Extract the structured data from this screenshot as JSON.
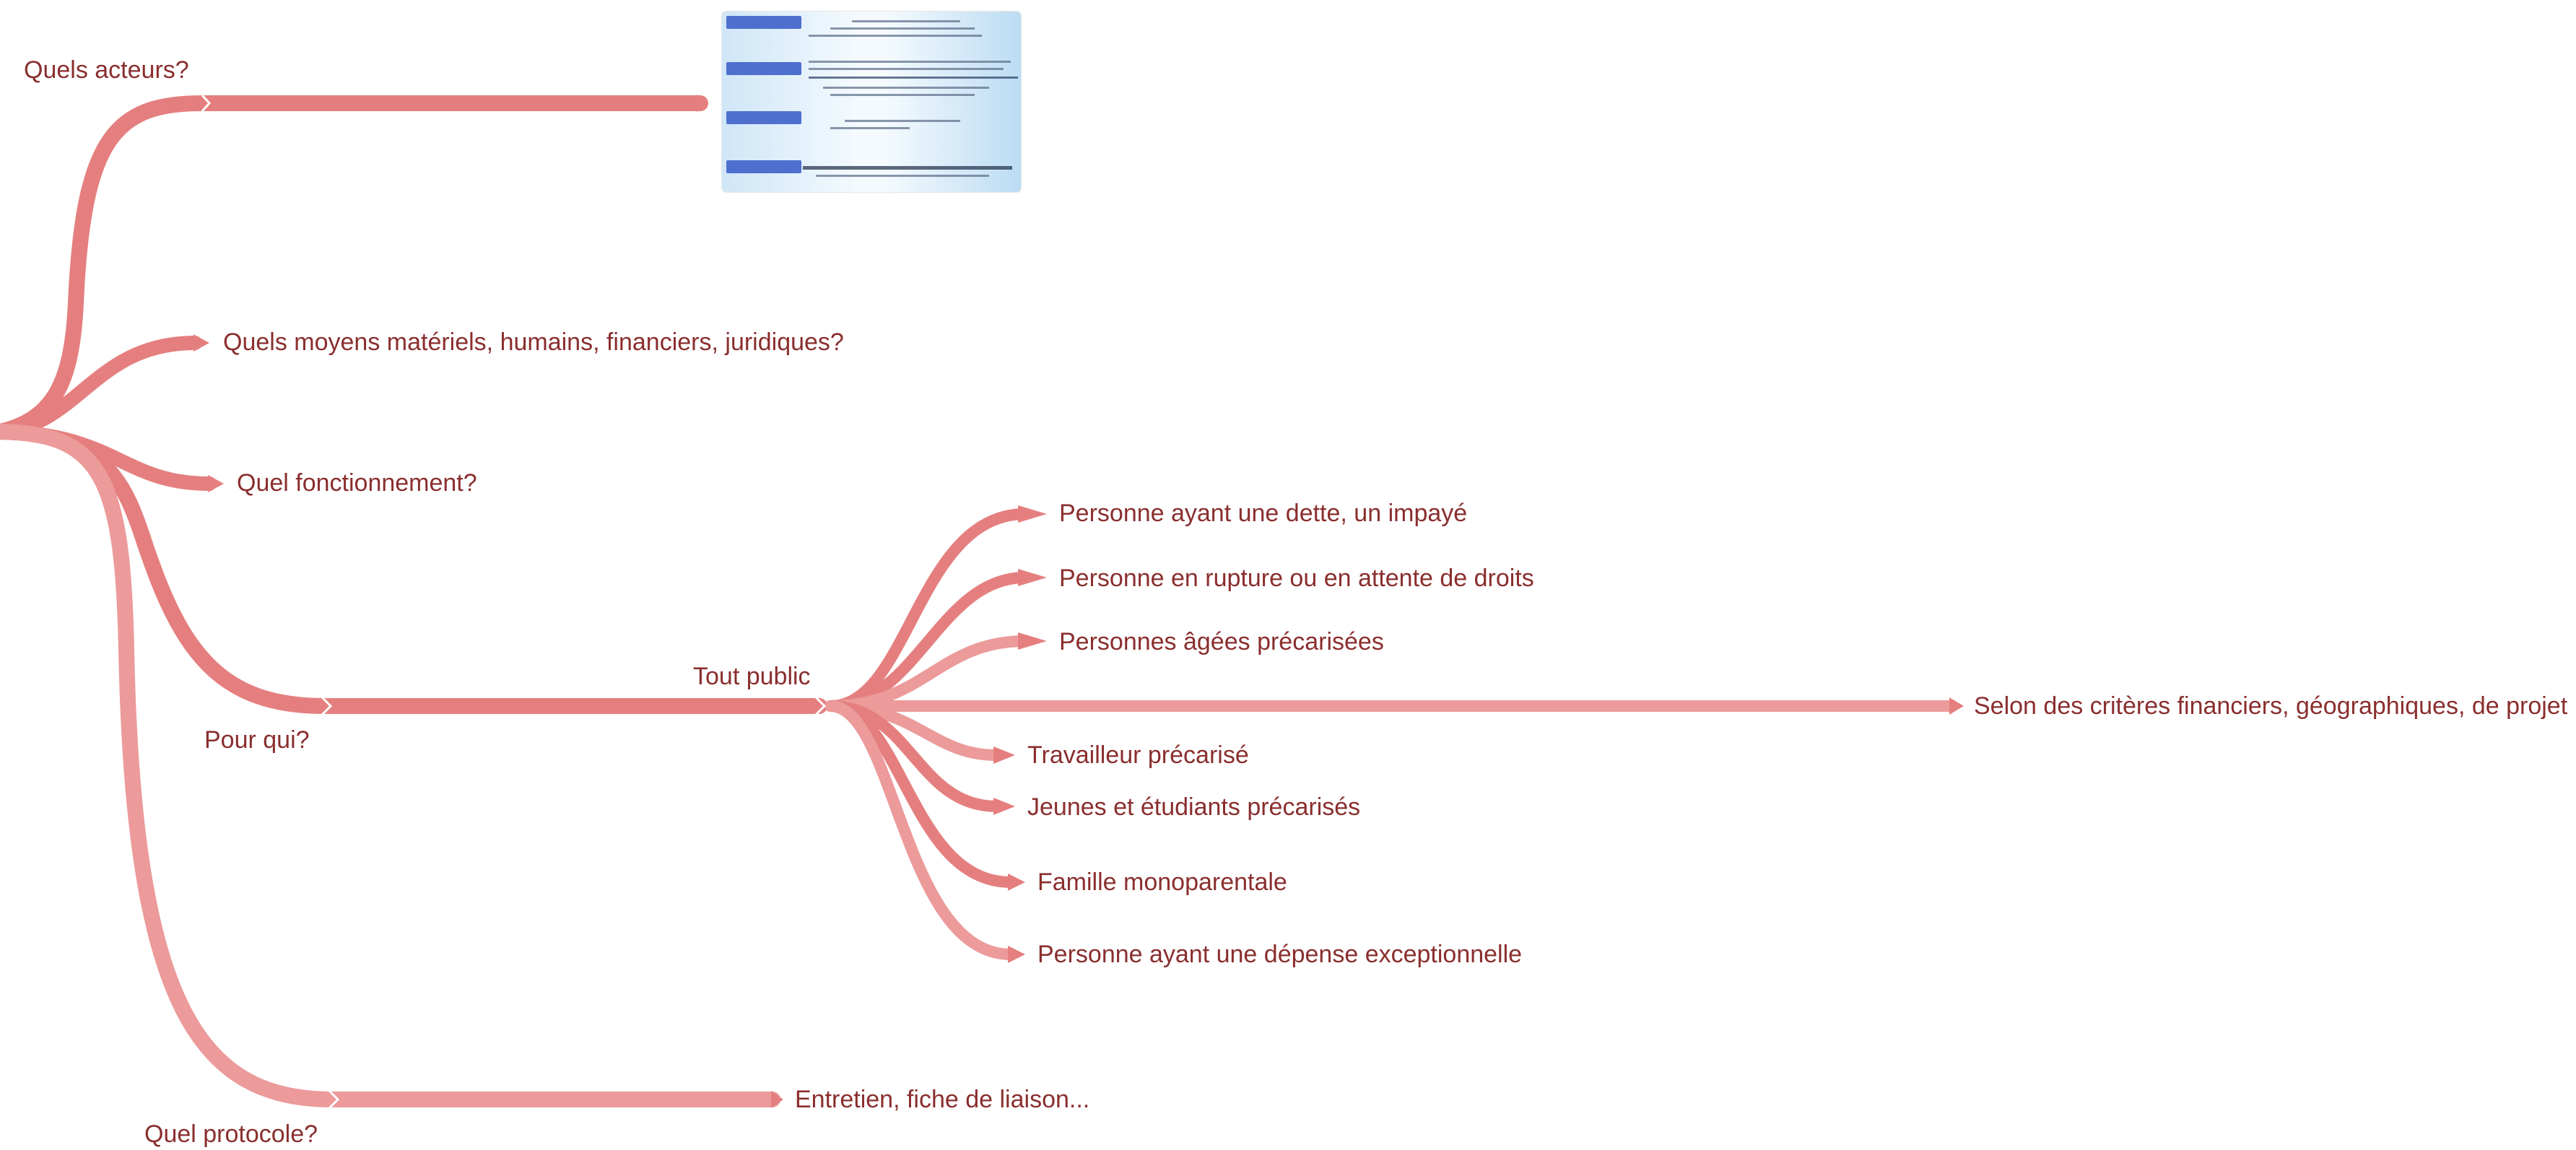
{
  "colors": {
    "branch": "#e57f7f",
    "branch_light": "#ec9a9a",
    "text": "#8a2e2e"
  },
  "nodes": {
    "acteurs": "Quels acteurs?",
    "moyens": "Quels moyens matériels, humains, financiers, juridiques?",
    "fonctionnement": "Quel fonctionnement?",
    "pour_qui": "Pour qui?",
    "tout_public": "Tout public",
    "protocole": "Quel protocole?",
    "entretien": "Entretien, fiche de liaison...",
    "selon": "Selon des critères financiers, géographiques, de projet",
    "publics": [
      "Personne ayant une dette, un impayé",
      "Personne en rupture ou en attente de droits",
      "Personnes âgées précarisées",
      "Travailleur précarisé",
      "Jeunes et étudiants précarisés",
      "Famille monoparentale",
      "Personne ayant une dépense exceptionnelle"
    ]
  }
}
